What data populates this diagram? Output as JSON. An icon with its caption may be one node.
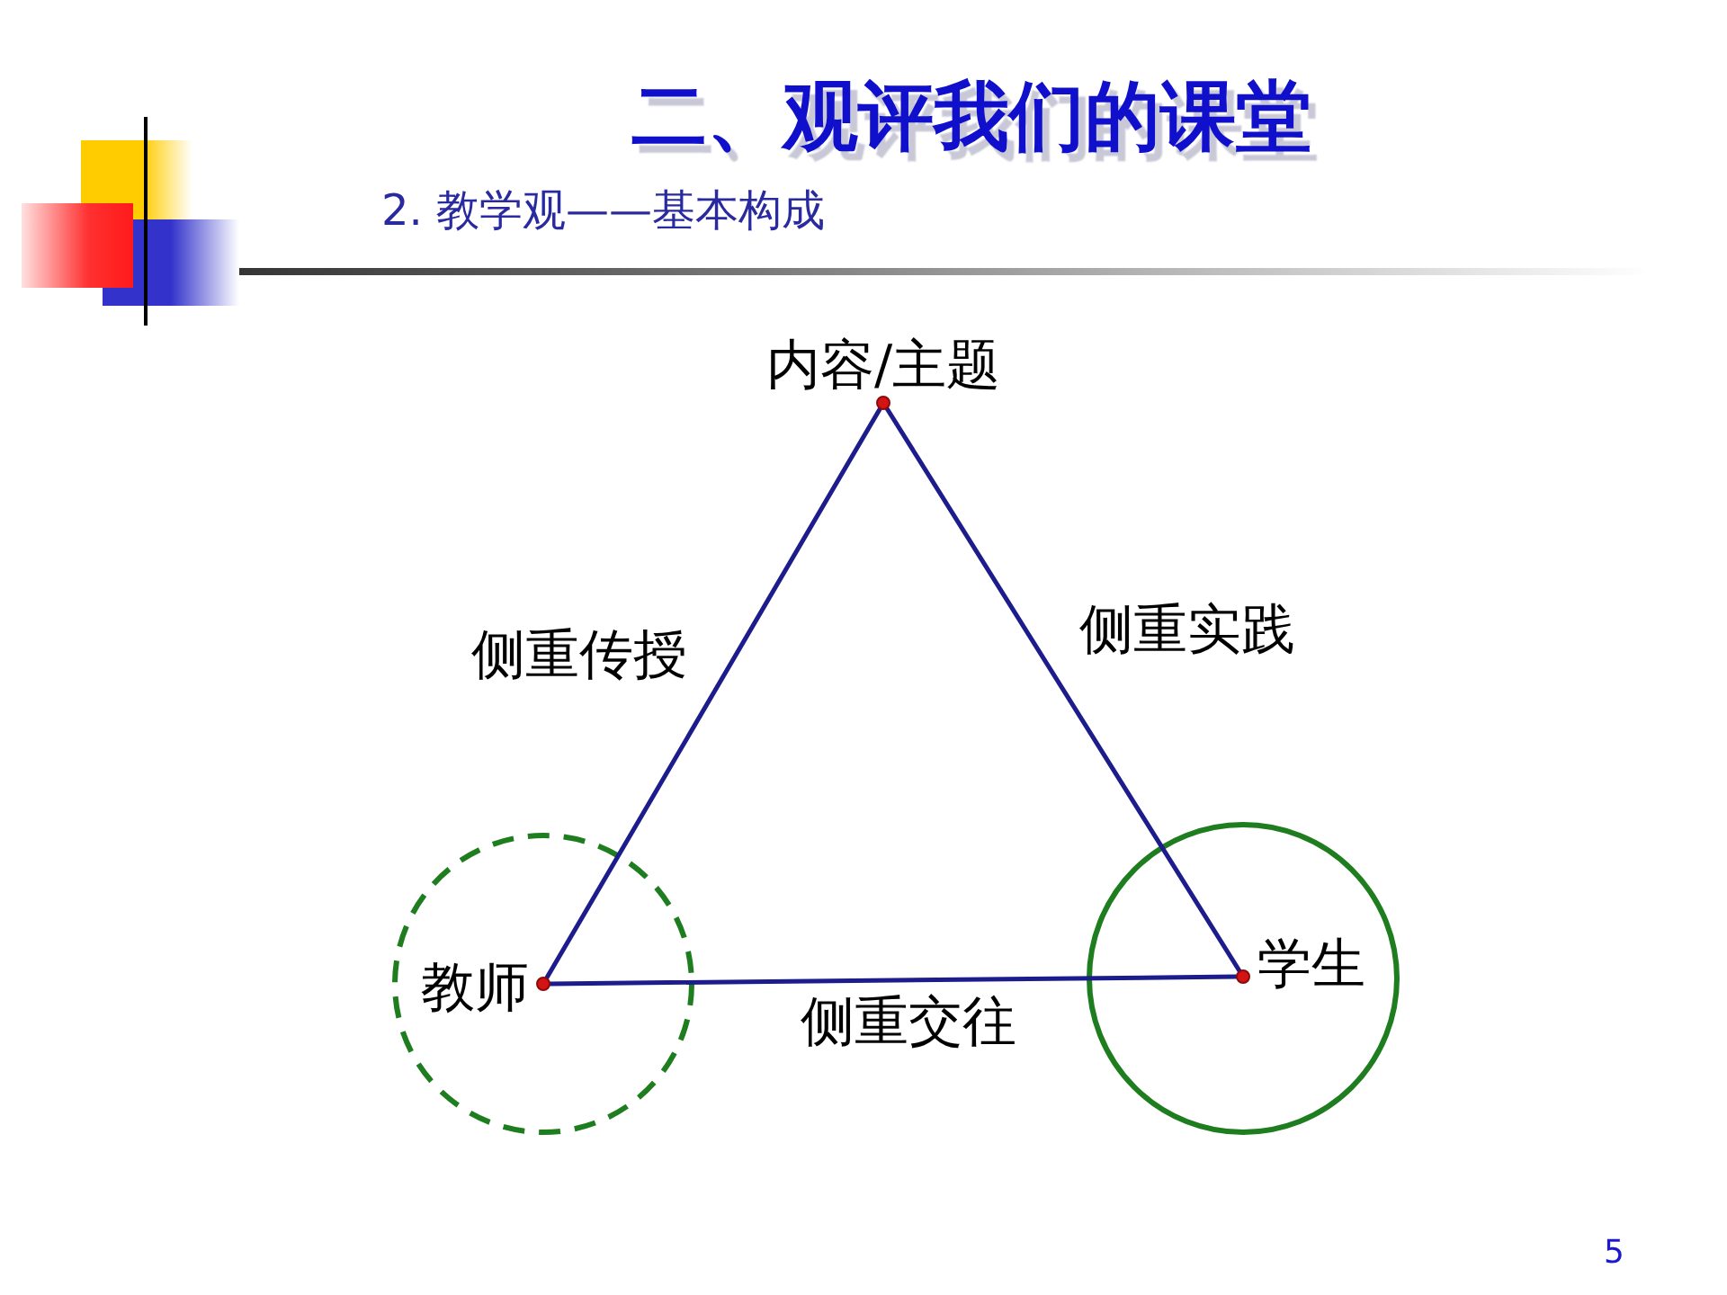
{
  "diagram": {
    "title": "二、观评我们的课堂",
    "nodes": [
      {
        "text": [
          "内容/主题"
        ]
      },
      {
        "text": [],
        "shape": "circle"
      },
      {
        "text": [
          "教师"
        ],
        "in": 1
      },
      {
        "text": [],
        "shape": "circle"
      },
      {
        "text": [
          "学生"
        ],
        "in": 3
      }
    ],
    "edges": [
      {
        "from": 0,
        "to": 2,
        "arrow": "none",
        "label": "侧重传授"
      },
      {
        "from": 0,
        "to": 4,
        "arrow": "none",
        "label": "侧重实践"
      },
      {
        "from": 2,
        "to": 4,
        "arrow": "none",
        "label": "侧重交往"
      }
    ],
    "labels": [
      "2. 教学观——基本构成",
      "5"
    ]
  }
}
